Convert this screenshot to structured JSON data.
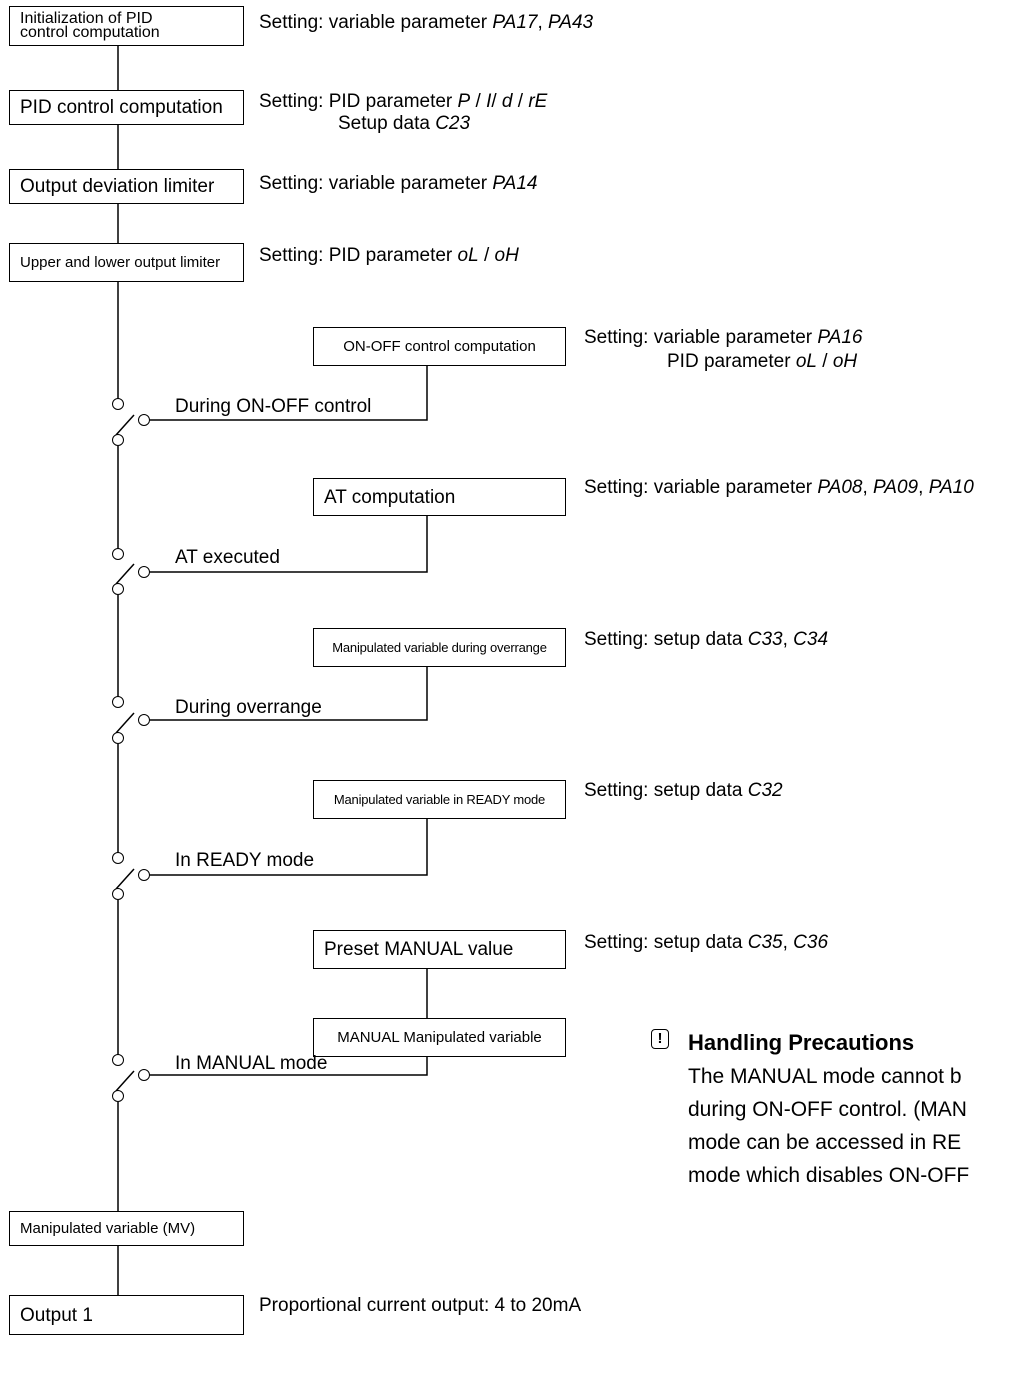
{
  "boxes": {
    "init_line1": "Initialization of PID",
    "init_line2": "control computation",
    "pid": "PID control computation",
    "deviation": "Output deviation limiter",
    "limiter": "Upper and lower output limiter",
    "onoff": "ON-OFF control computation",
    "at": "AT computation",
    "overrange": "Manipulated variable during overrange",
    "ready": "Manipulated variable in READY mode",
    "preset": "Preset MANUAL value",
    "manual_mv": "MANUAL Manipulated variable",
    "mv": "Manipulated variable (MV)",
    "output1": "Output 1"
  },
  "switches": {
    "onoff": "During ON-OFF control",
    "at": "AT executed",
    "overrange": "During overrange",
    "ready": "In READY mode",
    "manual": "In MANUAL mode"
  },
  "settings": {
    "init": {
      "prefix": "Setting: variable parameter ",
      "a": "PA17",
      "sep": ", ",
      "b": "PA43"
    },
    "pid": {
      "prefix": "Setting: PID parameter ",
      "a": "P",
      "s1": " / ",
      "b": "I",
      "s2": "/ ",
      "c": "d",
      "s3": " / ",
      "d": "rE",
      "line2_prefix": "Setup data ",
      "line2_val": "C23"
    },
    "deviation": {
      "prefix": "Setting: variable parameter ",
      "a": "PA14"
    },
    "limiter": {
      "prefix": "Setting: PID parameter ",
      "a": "oL",
      "sep": " / ",
      "b": "oH"
    },
    "onoff": {
      "prefix": "Setting: variable parameter ",
      "a": "PA16",
      "line2_prefix": "PID parameter ",
      "line2_a": "oL",
      "line2_sep": " / ",
      "line2_b": "oH"
    },
    "at": {
      "prefix": "Setting: variable parameter ",
      "a": "PA08",
      "s1": ", ",
      "b": "PA09",
      "s2": ", ",
      "c": "PA10"
    },
    "overrange": {
      "prefix": "Setting: setup data ",
      "a": "C33",
      "sep": ", ",
      "b": "C34"
    },
    "ready": {
      "prefix": "Setting: setup data ",
      "a": "C32"
    },
    "preset": {
      "prefix": "Setting: setup data ",
      "a": "C35",
      "sep": ", ",
      "b": "C36"
    },
    "output1": "Proportional current output: 4 to 20mA"
  },
  "precautions": {
    "icon": "warning-icon",
    "title": "Handling Precautions",
    "lines": [
      "The MANUAL mode cannot b",
      "during ON-OFF control. (MAN",
      "mode can be accessed in RE",
      "mode which disables ON-OFF"
    ]
  }
}
